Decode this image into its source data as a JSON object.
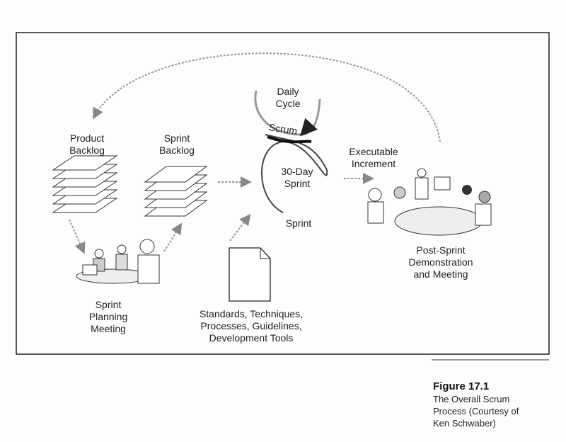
{
  "diagram": {
    "product_backlog": [
      "Product",
      "Backlog"
    ],
    "sprint_backlog": [
      "Sprint",
      "Backlog"
    ],
    "daily_cycle": [
      "Daily",
      "Cycle"
    ],
    "scrum": "Scrum",
    "thirty_day_sprint": [
      "30-Day",
      "Sprint"
    ],
    "sprint": "Sprint",
    "executable_increment": [
      "Executable",
      "Increment"
    ],
    "post_sprint": [
      "Post-Sprint",
      "Demonstration",
      "and Meeting"
    ],
    "sprint_planning": [
      "Sprint",
      "Planning",
      "Meeting"
    ],
    "standards": [
      "Standards, Techniques,",
      "Processes, Guidelines,",
      "Development Tools"
    ]
  },
  "caption": {
    "figure": "Figure 17.1",
    "lines": [
      "The Overall Scrum",
      "Process (Courtesy of",
      "Ken Schwaber)"
    ]
  }
}
